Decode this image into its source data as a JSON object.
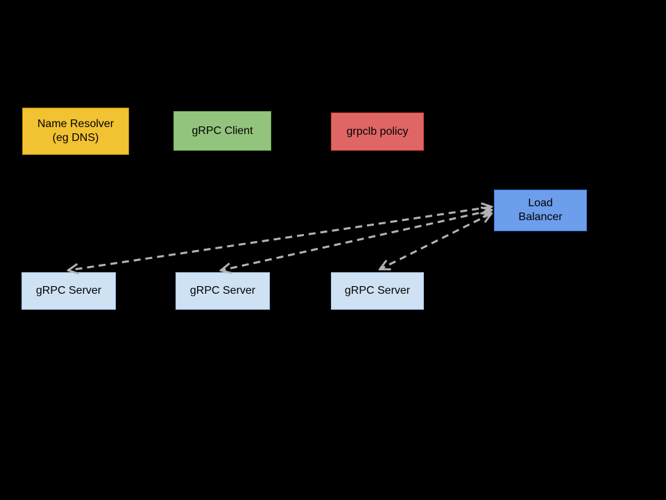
{
  "diagram": {
    "background": "#000000",
    "edge_color": "#b3b3b3",
    "nodes": {
      "name_resolver": {
        "label": "Name Resolver\n(eg DNS)",
        "fill": "#f1c232",
        "border": "#bf9000",
        "text_color": "#000000"
      },
      "grpc_client": {
        "label": "gRPC Client",
        "fill": "#93c47d",
        "border": "#6aa84f",
        "text_color": "#000000"
      },
      "grpclb_policy": {
        "label": "grpclb policy",
        "fill": "#e06666",
        "border": "#cc4125",
        "text_color": "#000000"
      },
      "load_balancer": {
        "label": "Load\nBalancer",
        "fill": "#6d9eeb",
        "border": "#3c78d8",
        "text_color": "#000000"
      },
      "grpc_server_1": {
        "label": "gRPC Server",
        "fill": "#cfe2f3",
        "border": "#9fc5e8",
        "text_color": "#000000"
      },
      "grpc_server_2": {
        "label": "gRPC Server",
        "fill": "#cfe2f3",
        "border": "#9fc5e8",
        "text_color": "#000000"
      },
      "grpc_server_3": {
        "label": "gRPC Server",
        "fill": "#cfe2f3",
        "border": "#9fc5e8",
        "text_color": "#000000"
      }
    },
    "edges": [
      {
        "from": "load_balancer",
        "to": "grpc_server_1",
        "style": "dashed",
        "arrows": "both"
      },
      {
        "from": "load_balancer",
        "to": "grpc_server_2",
        "style": "dashed",
        "arrows": "both"
      },
      {
        "from": "load_balancer",
        "to": "grpc_server_3",
        "style": "dashed",
        "arrows": "both"
      }
    ]
  }
}
